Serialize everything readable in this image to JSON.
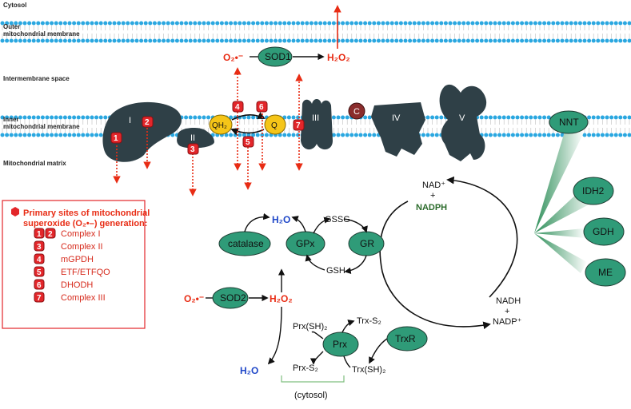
{
  "compartments": {
    "cytosol": "Cytosol",
    "outer_membrane": [
      "Outer",
      "mitochondrial membrane"
    ],
    "intermembrane_space": "Intermembrane space",
    "inner_membrane": [
      "Inner",
      "mitochondrial membrane"
    ],
    "matrix": "Mitochondrial matrix"
  },
  "complexes": {
    "c1": "I",
    "c2": "II",
    "c3": "III",
    "c4": "IV",
    "c5": "V",
    "cytc": "C"
  },
  "quinones": {
    "qh2": "QH₂",
    "q": "Q"
  },
  "enzymes": {
    "sod1": "SOD1",
    "sod2": "SOD2",
    "catalase": "catalase",
    "gpx": "GPx",
    "gr": "GR",
    "prx": "Prx",
    "trxr": "TrxR",
    "nnt": "NNT",
    "idh2": "IDH2",
    "gdh": "GDH",
    "me": "ME"
  },
  "species": {
    "o2_superoxide": "O₂•⁻",
    "h2o2": "H₂O₂",
    "h2o": "H₂O",
    "gssg": "GSSG",
    "gsh": "GSH",
    "nadp_line1": "NAD⁺",
    "plus": "+",
    "nadph": "NADPH",
    "nadh": "NADH",
    "nadp_plus": "NADP⁺",
    "prx_sh2": "Prx(SH)₂",
    "prx_s2": "Prx-S₂",
    "trx_s2": "Trx-S₂",
    "trx_sh2": "Trx(SH)₂",
    "cytosol_note": "(cytosol)"
  },
  "site_badges": [
    "1",
    "2",
    "3",
    "4",
    "5",
    "6",
    "7"
  ],
  "legend": {
    "title_line1": "Primary sites of mitochondrial",
    "title_line2": "superoxide (O₂•–) generation:",
    "items": [
      {
        "badges": [
          "1",
          "2"
        ],
        "label": "Complex I"
      },
      {
        "badges": [
          "3"
        ],
        "label": "Complex II"
      },
      {
        "badges": [
          "4"
        ],
        "label": "mGPDH"
      },
      {
        "badges": [
          "5"
        ],
        "label": "ETF/ETFQO"
      },
      {
        "badges": [
          "6"
        ],
        "label": "DHODH"
      },
      {
        "badges": [
          "7"
        ],
        "label": "Complex III"
      }
    ]
  },
  "colors": {
    "membrane_head": "#2aa7e0",
    "complex_fill": "#2f4047",
    "enzyme_fill": "#2f9b78",
    "quinone_fill": "#f5c518",
    "superoxide_red": "#e82c14",
    "water_blue": "#1f47c8",
    "nadph_green": "#2b6b2b"
  }
}
